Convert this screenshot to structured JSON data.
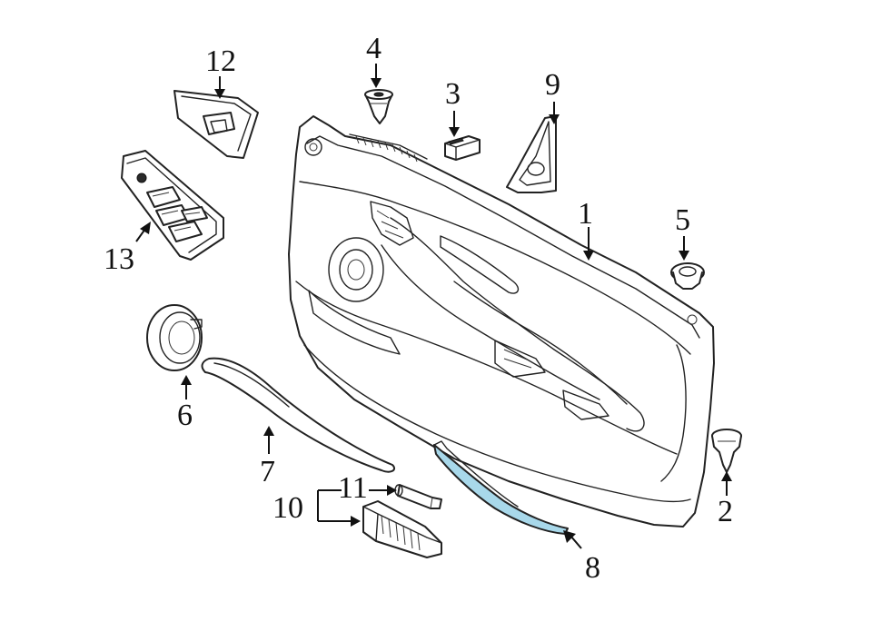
{
  "diagram": {
    "callouts": [
      {
        "id": "1",
        "text": "1"
      },
      {
        "id": "2",
        "text": "2"
      },
      {
        "id": "3",
        "text": "3"
      },
      {
        "id": "4",
        "text": "4"
      },
      {
        "id": "5",
        "text": "5"
      },
      {
        "id": "6",
        "text": "6"
      },
      {
        "id": "7",
        "text": "7"
      },
      {
        "id": "8",
        "text": "8"
      },
      {
        "id": "9",
        "text": "9"
      },
      {
        "id": "10",
        "text": "10"
      },
      {
        "id": "11",
        "text": "11"
      },
      {
        "id": "12",
        "text": "12"
      },
      {
        "id": "13",
        "text": "13"
      }
    ],
    "colors": {
      "line": "#222222",
      "highlight": "#a8d8ea",
      "background": "#ffffff"
    }
  }
}
